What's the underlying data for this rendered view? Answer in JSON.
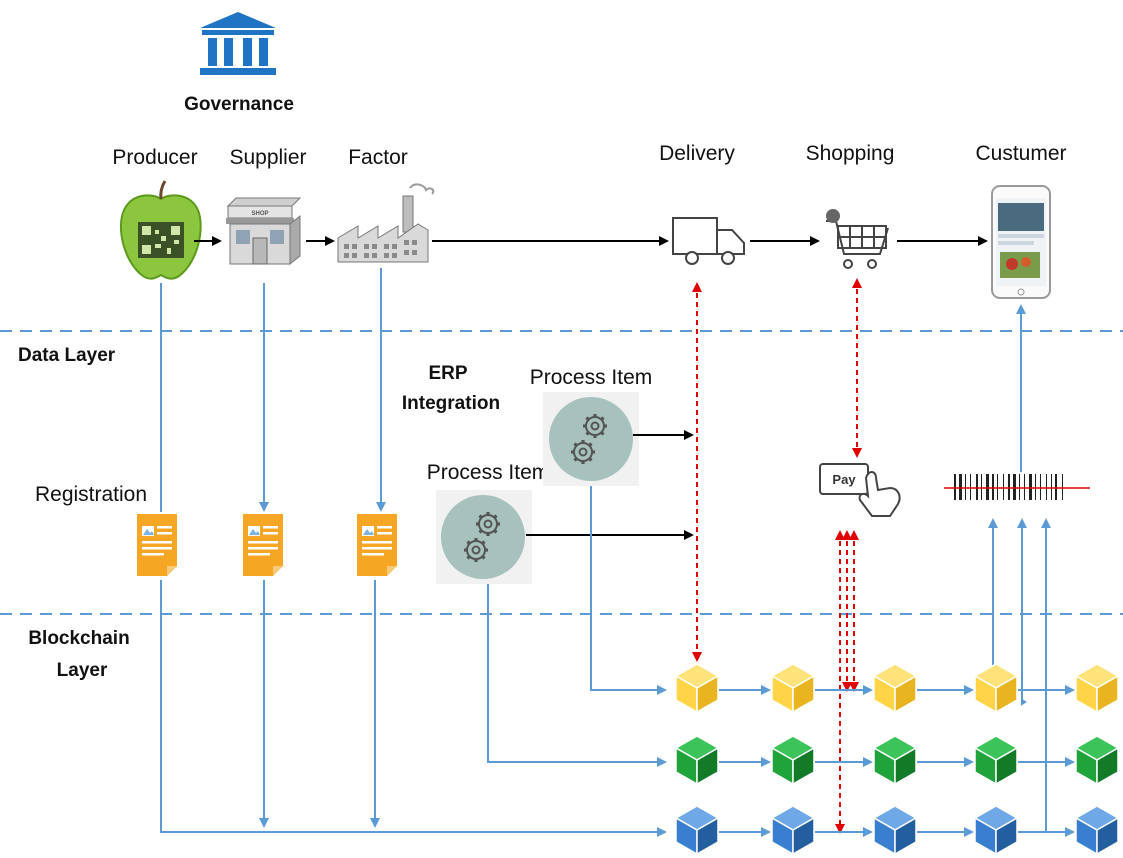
{
  "header": {
    "governance": "Governance"
  },
  "stages": {
    "producer": "Producer",
    "supplier": "Supplier",
    "factor": "Factor",
    "delivery": "Delivery",
    "shopping": "Shopping",
    "customer": "Custumer"
  },
  "layers": {
    "data": "Data Layer",
    "blockchain_line1": "Blockchain",
    "blockchain_line2": "Layer"
  },
  "erp": {
    "line1": "ERP",
    "line2": "Integration"
  },
  "process_items": {
    "upper": "Process Item",
    "lower": "Process Item"
  },
  "registration": "Registration",
  "pay": "Pay",
  "shop_sign": "SHOP",
  "icons": {
    "governance": "bank-building-icon",
    "producer": "apple-qr-icon",
    "supplier": "shop-building-icon",
    "factor": "factory-icon",
    "delivery": "truck-icon",
    "shopping": "shopping-cart-icon",
    "customer": "smartphone-icon",
    "registration": "document-icon",
    "process": "gears-icon",
    "pay": "pay-hand-icon",
    "barcode": "barcode-icon",
    "block": "cube-icon"
  },
  "colors": {
    "flow_arrow": "#000000",
    "connector": "#5b9bd5",
    "dashed_divider": "#5b9bd5",
    "sync_arrow": "#e00000",
    "governance": "#1f74c4",
    "document": "#f5a623",
    "gear_circle": "#a7c1bd",
    "chain_yellow": "#ffd447",
    "chain_green": "#1fa33a",
    "chain_blue": "#3a7fcf"
  }
}
